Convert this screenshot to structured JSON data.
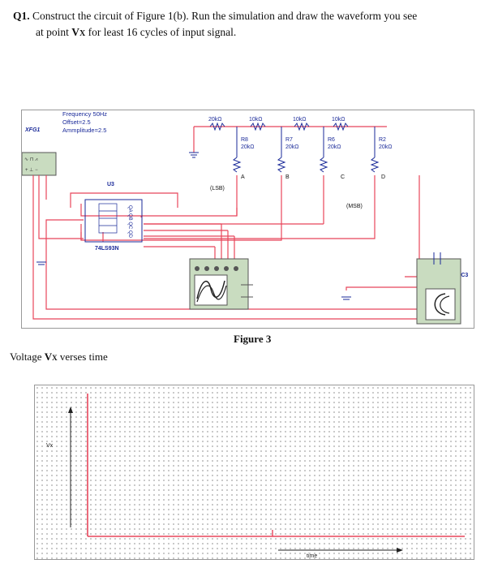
{
  "question": {
    "number": "Q1.",
    "line1": "Construct the circuit of Figure 1(b). Run the simulation and draw the waveform you see",
    "line2_pre": "at point ",
    "vx_main": "V",
    "vx_sub": "X",
    "line2_post": " for least 16 cycles of input signal."
  },
  "circuit": {
    "generator": {
      "name": "XFG1",
      "frequency": "Frequency 50Hz",
      "offset": "Offset=2.5",
      "amplitude": "Ammplitude=2.5",
      "wave_symbols": "∿ ⊓ ⩘",
      "terminals": "+ ⊥ −"
    },
    "counter": {
      "ref": "U3",
      "part": "74LS93N",
      "side_label": "QA QB QC QD"
    },
    "top_resistors": [
      "20kΩ",
      "10kΩ",
      "10kΩ",
      "10kΩ"
    ],
    "vertical_resistors": [
      {
        "name": "R8",
        "value": "20kΩ",
        "node": "A"
      },
      {
        "name": "R7",
        "value": "20kΩ",
        "node": "B"
      },
      {
        "name": "R6",
        "value": "20kΩ",
        "node": "C"
      },
      {
        "name": "R2",
        "value": "20kΩ",
        "node": "D"
      }
    ],
    "lsb": "(LSB)",
    "msb": "(MSB)",
    "scope": "XSC3"
  },
  "figure_caption": "Figure 3",
  "voltage_label": {
    "pre": "Voltage ",
    "main": "V",
    "sub": "X",
    "post": " verses time"
  },
  "plot": {
    "y_label": "Vx",
    "x_label": "time"
  },
  "colors": {
    "wire": "#e8455a",
    "schematic": "#1a2a99",
    "instrument": "#c9dcc0"
  }
}
